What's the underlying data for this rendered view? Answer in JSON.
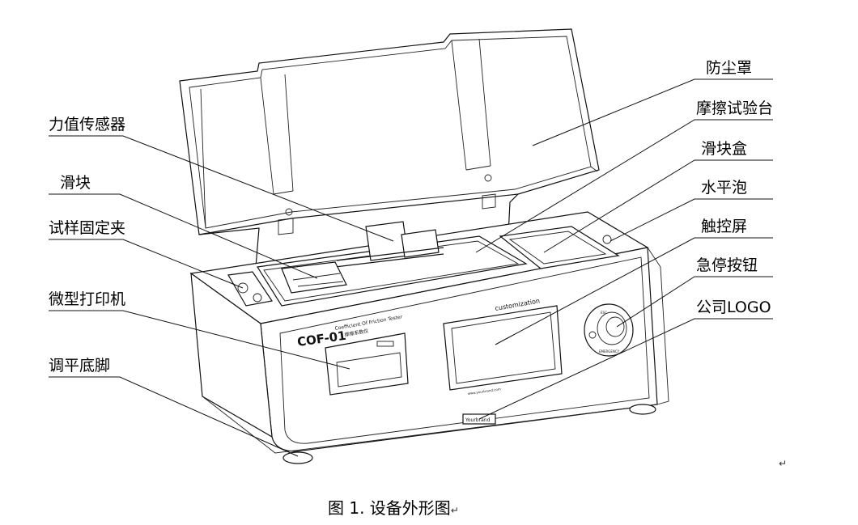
{
  "labels": {
    "dust_cover": "防尘罩",
    "friction_platform": "摩擦试验台",
    "slider_box": "滑块盒",
    "level_bubble": "水平泡",
    "touch_screen": "触控屏",
    "emergency_stop": "急停按钮",
    "company_logo": "公司LOGO",
    "force_sensor": "力值传感器",
    "slider": "滑块",
    "sample_clamp": "试样固定夹",
    "micro_printer": "微型打印机",
    "leveling_foot": "调平底脚"
  },
  "device": {
    "model": "COF-01",
    "name_en": "Coefficient Of Friction Tester",
    "name_cn": "摩擦系数仪",
    "brand": "customization",
    "website": "www.yourbrand.com",
    "logo_plate": "Yourbrand",
    "estop_top": "ESC",
    "estop_bottom": "EMERGENCY"
  },
  "caption": {
    "text": "图 1.  设备外形图",
    "mark": "↵"
  },
  "para_mark": "↵",
  "colors": {
    "line": "#111111",
    "background": "#ffffff"
  }
}
